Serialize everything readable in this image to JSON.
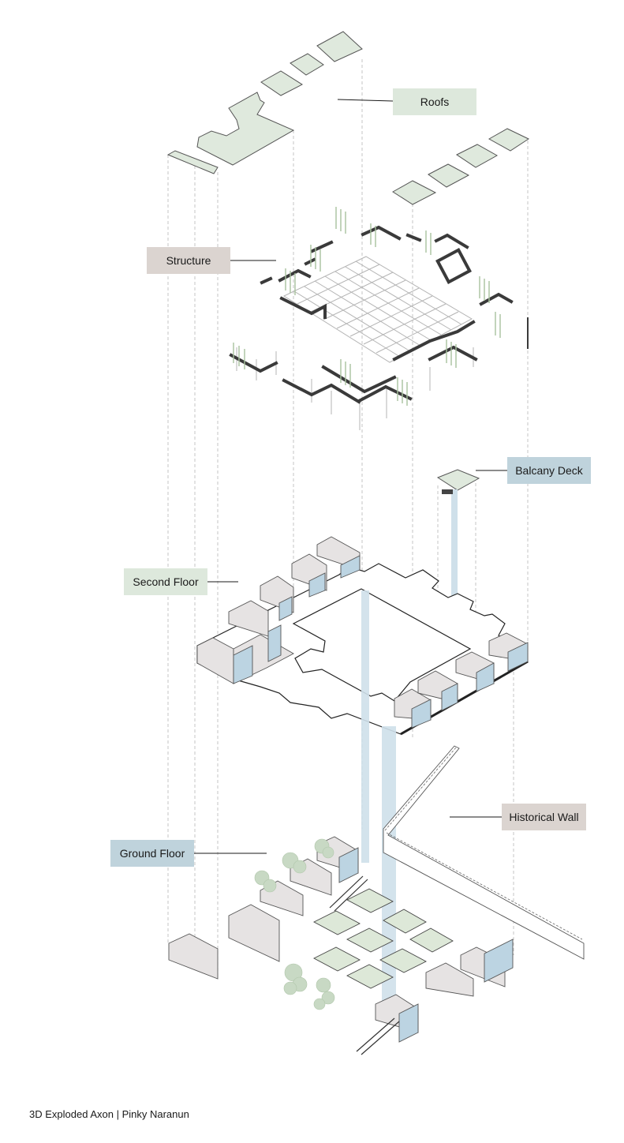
{
  "labels": {
    "roofs": "Roofs",
    "structure": "Structure",
    "balcony_deck": "Balcany Deck",
    "second_floor": "Second Floor",
    "historical_wall": "Historical Wall",
    "ground_floor": "Ground Floor"
  },
  "caption": "3D Exploded Axon | Pinky Naranun",
  "colors": {
    "roof_fill": "#dfe9dd",
    "label_green": "#dde8dc",
    "label_blue": "#bfd3dc",
    "label_taupe": "#dbd4d0",
    "glass_blue": "#bcd4e2",
    "wall_grey": "#e6e3e3",
    "structure_dark": "#3a3a3a",
    "tree_green": "#c8d9c4"
  }
}
